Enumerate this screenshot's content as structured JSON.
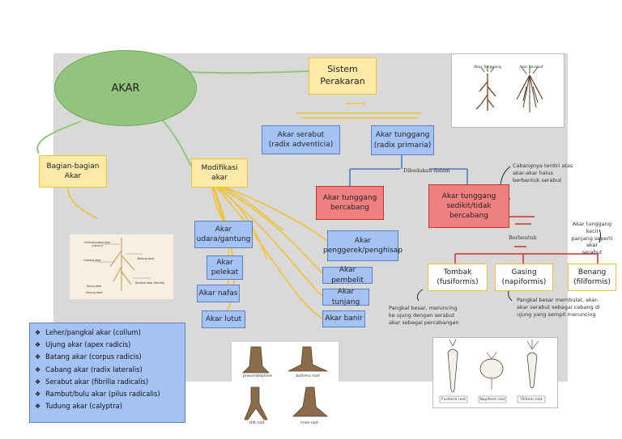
{
  "nodes": {
    "akar": "AKAR",
    "sistem": "Sistem\nPerakaran",
    "serabut": "Akar serabut\n(radix adventicia)",
    "tunggang": "Akar tunggang\n(radix primaria)",
    "dibedakan": "Dibedakan dalam",
    "bercabang": "Akar tunggang\nbercabang",
    "sedikit": "Akar tunggang\nsedikit/tidak\nbercabang",
    "cabangnya_note": "Cabangnya terdiri atas\nakar-akar halus\nberbentuk serabut",
    "kecil_note": "Akar tunggang kecil\npanjang seperti akar\nserabut",
    "berbentuk": "Berbentuk",
    "tombak": "Tombak\n(fusiformis)",
    "gasing": "Gasing\n(napiformis)",
    "benang": "Benang\n(filiformis)",
    "tombak_note": "Pangkal besar, meruncing\nke ujung dengan serabut\nakar sebagai percabangan",
    "gasing_note": "Pangkal besar membulat, akar-\nakar serabut sebagai cabang di\nujung yang sempit meruncing",
    "bagian": "Bagian-bagian\nAkar",
    "modifikasi": "Modifikasi\nakar",
    "udara": "Akar\nudara/gantung",
    "pelekat": "Akar\npelekat",
    "nafas": "Akar nafas",
    "lutut": "Akar lutut",
    "penggerek": "Akar\npenggerek/penghisap",
    "pembelit": "Akar pembelit",
    "tunjang": "Akar tunjang",
    "banir": "Akar banir"
  },
  "parts_list": [
    "Leher/pangkal akar (collum)",
    "Ujung akar (apex radicis)",
    "Batang akar (corpus radicis)",
    "Cabang akar (radix lateralis)",
    "Serabut akar (fibrilla radicalis)",
    "Rambut/bulu akar (pilus radicalis)",
    "Tudung akar (calyptra)"
  ],
  "images": {
    "root_types": [
      "Akar Tunggang",
      "Akar Serabut"
    ],
    "root_shapes": [
      "Fusiform root",
      "Napiform root",
      "Filiform root"
    ],
    "modified_roots": [
      "pneumatophore",
      "buttress root",
      "stilt root",
      "knee root"
    ],
    "root_anatomy_labels": [
      "Leher/pangkal akar (collum)",
      "Ujung akar",
      "Batang akar",
      "Serabut akar (fibrilla)",
      "Cabang akar",
      "Tudung akar"
    ]
  },
  "colors": {
    "yellow_box": "#fde9a8",
    "blue_box": "#a4c2f4",
    "red_box": "#f08080",
    "oval": "#93c47d",
    "connector": "#f1c232"
  }
}
